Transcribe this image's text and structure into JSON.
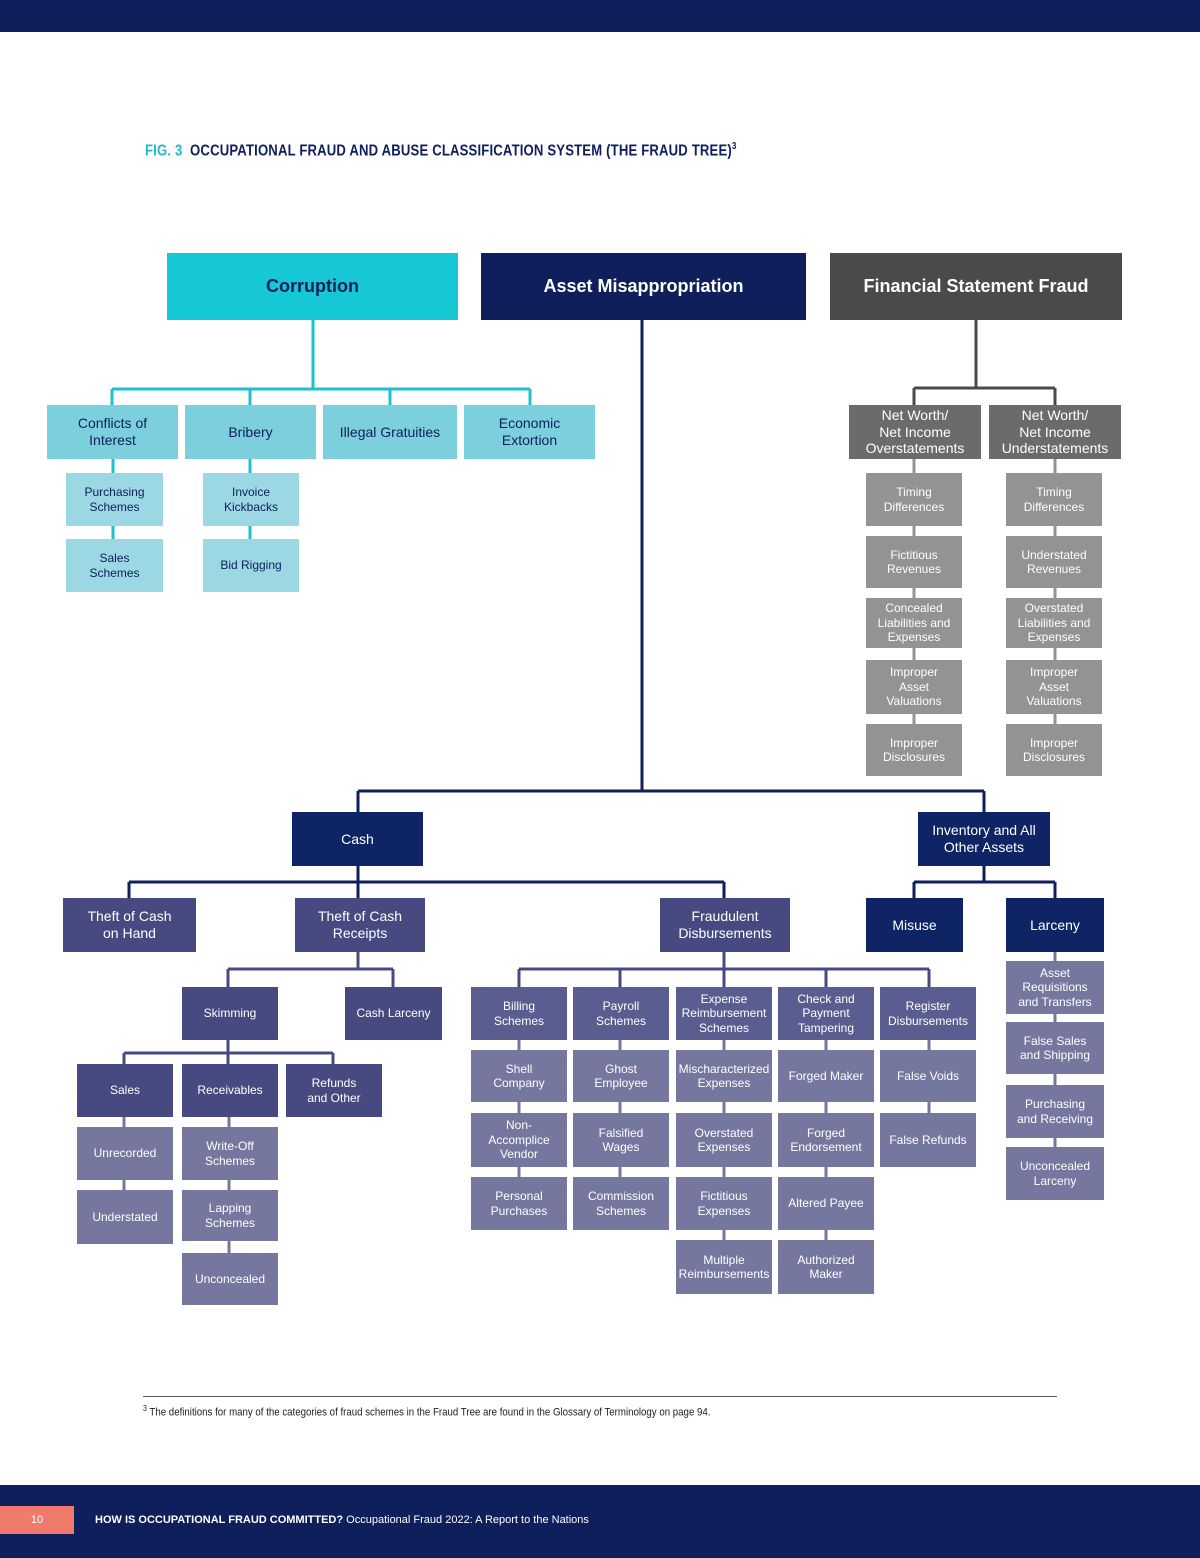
{
  "figure": {
    "label": "FIG. 3",
    "title": "OCCUPATIONAL FRAUD AND ABUSE CLASSIFICATION SYSTEM (THE FRAUD TREE)",
    "footnote_ref": "3"
  },
  "colors": {
    "corruption": "#16c8d4",
    "asset_misappropriation": "#0e1f5c",
    "financial_statement_fraud": "#4a4a4c",
    "page_bar": "#0e1f5c",
    "page_number_tab": "#ef7a6d"
  },
  "tree": {
    "corruption": {
      "label": "Corruption",
      "conflicts_of_interest": "Conflicts of\nInterest",
      "purchasing_schemes": "Purchasing\nSchemes",
      "sales_schemes": "Sales\nSchemes",
      "bribery": "Bribery",
      "invoice_kickbacks": "Invoice\nKickbacks",
      "bid_rigging": "Bid Rigging",
      "illegal_gratuities": "Illegal Gratuities",
      "economic_extortion": "Economic\nExtortion"
    },
    "asset_misappropriation": {
      "label": "Asset Misappropriation",
      "cash": "Cash",
      "theft_of_cash_on_hand": "Theft of Cash\non Hand",
      "theft_of_cash_receipts": "Theft of Cash\nReceipts",
      "skimming": "Skimming",
      "cash_larceny": "Cash Larceny",
      "sales": "Sales",
      "unrecorded": "Unrecorded",
      "understated": "Understated",
      "receivables": "Receivables",
      "write_off_schemes": "Write-Off\nSchemes",
      "lapping_schemes": "Lapping\nSchemes",
      "unconcealed": "Unconcealed",
      "refunds_and_other": "Refunds\nand Other",
      "fraudulent_disbursements": "Fraudulent\nDisbursements",
      "billing_schemes": "Billing\nSchemes",
      "shell_company": "Shell\nCompany",
      "non_accomplice_vendor": "Non-\nAccomplice\nVendor",
      "personal_purchases": "Personal\nPurchases",
      "payroll_schemes": "Payroll\nSchemes",
      "ghost_employee": "Ghost\nEmployee",
      "falsified_wages": "Falsified\nWages",
      "commission_schemes": "Commission\nSchemes",
      "expense_reimbursement_schemes": "Expense\nReimbursement\nSchemes",
      "mischaracterized_expenses": "Mischaracterized\nExpenses",
      "overstated_expenses": "Overstated\nExpenses",
      "fictitious_expenses": "Fictitious\nExpenses",
      "multiple_reimbursements": "Multiple\nReimbursements",
      "check_and_payment_tampering": "Check and\nPayment\nTampering",
      "forged_maker": "Forged Maker",
      "forged_endorsement": "Forged\nEndorsement",
      "altered_payee": "Altered Payee",
      "authorized_maker": "Authorized\nMaker",
      "register_disbursements": "Register\nDisbursements",
      "false_voids": "False Voids",
      "false_refunds": "False Refunds",
      "inventory_and_all_other_assets": "Inventory and All\nOther Assets",
      "misuse": "Misuse",
      "larceny": "Larceny",
      "asset_requisitions_and_transfers": "Asset\nRequisitions\nand Transfers",
      "false_sales_and_shipping": "False Sales\nand Shipping",
      "purchasing_and_receiving": "Purchasing\nand Receiving",
      "unconcealed_larceny": "Unconcealed\nLarceny"
    },
    "financial_statement_fraud": {
      "label": "Financial Statement Fraud",
      "overstatements": "Net Worth/\nNet Income\nOverstatements",
      "over_timing_differences": "Timing\nDifferences",
      "fictitious_revenues": "Fictitious\nRevenues",
      "concealed_liabilities": "Concealed\nLiabilities and\nExpenses",
      "over_improper_asset_valuations": "Improper\nAsset\nValuations",
      "over_improper_disclosures": "Improper\nDisclosures",
      "understatements": "Net Worth/\nNet Income\nUnderstatements",
      "under_timing_differences": "Timing\nDifferences",
      "understated_revenues": "Understated\nRevenues",
      "overstated_liabilities": "Overstated\nLiabilities and\nExpenses",
      "under_improper_asset_valuations": "Improper\nAsset\nValuations",
      "under_improper_disclosures": "Improper\nDisclosures"
    }
  },
  "footnote": {
    "number": "3",
    "text": "The definitions for many of the categories of fraud schemes in the Fraud Tree are found in the Glossary of Terminology on page 94."
  },
  "footer": {
    "page_number": "10",
    "section": "HOW IS OCCUPATIONAL FRAUD COMMITTED?",
    "report": "Occupational Fraud 2022: A Report to the Nations"
  }
}
